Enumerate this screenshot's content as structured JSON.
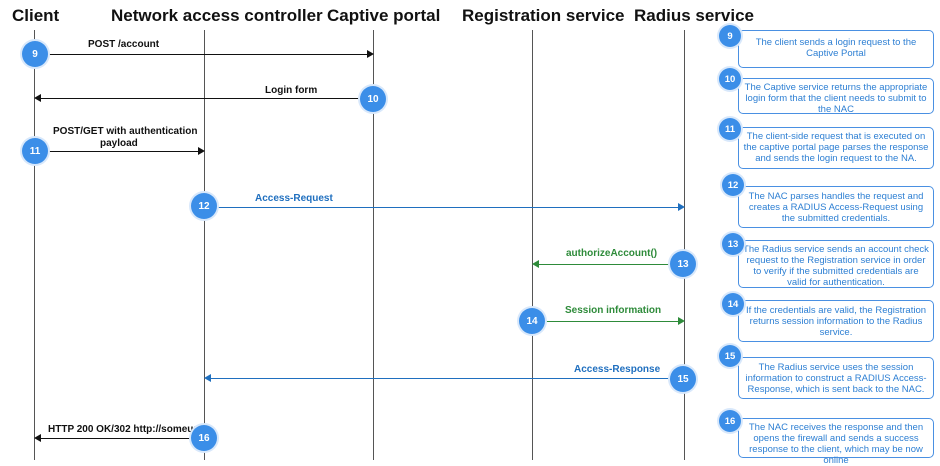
{
  "actors": {
    "client": "Client",
    "nac": "Network access controller",
    "captive": "Captive portal",
    "registration": "Registration service",
    "radius": "Radius service"
  },
  "messages": [
    {
      "step": "9",
      "label": "POST /account"
    },
    {
      "step": "10",
      "label": "Login form"
    },
    {
      "step": "11",
      "label_line1": "POST/GET with authentication",
      "label_line2": "payload"
    },
    {
      "step": "12",
      "label": "Access-Request"
    },
    {
      "step": "13",
      "label": "authorizeAccount()"
    },
    {
      "step": "14",
      "label": "Session information"
    },
    {
      "step": "15",
      "label": "Access-Response"
    },
    {
      "step": "16",
      "label": "HTTP 200 OK/302 http://someurl"
    }
  ],
  "notes": [
    {
      "step": "9",
      "text": "The client sends a login request to the Captive Portal"
    },
    {
      "step": "10",
      "text": "The Captive service returns the appropriate login form that the client needs to submit to the NAC"
    },
    {
      "step": "11",
      "text": "The client-side request that is executed on the captive portal page parses the response and sends the login request to the NA."
    },
    {
      "step": "12",
      "text": "The NAC parses handles the request and creates a RADIUS Access-Request using the submitted credentials."
    },
    {
      "step": "13",
      "text": "The Radius service sends an account check request to the Registration service in order to verify if the submitted credentials are valid for authentication."
    },
    {
      "step": "14",
      "text": "If the credentials are valid, the Registration returns session information to the Radius service."
    },
    {
      "step": "15",
      "text": "The Radius service uses the session information to construct a RADIUS Access-Response, which is sent back to the NAC."
    },
    {
      "step": "16",
      "text": "The NAC receives the response and then opens the firewall and sends a success response to the client, which may be now online"
    }
  ],
  "colors": {
    "black": "#111111",
    "blue": "#1f6fbf",
    "green": "#2e8b3a",
    "accent": "#3b8ee8"
  }
}
